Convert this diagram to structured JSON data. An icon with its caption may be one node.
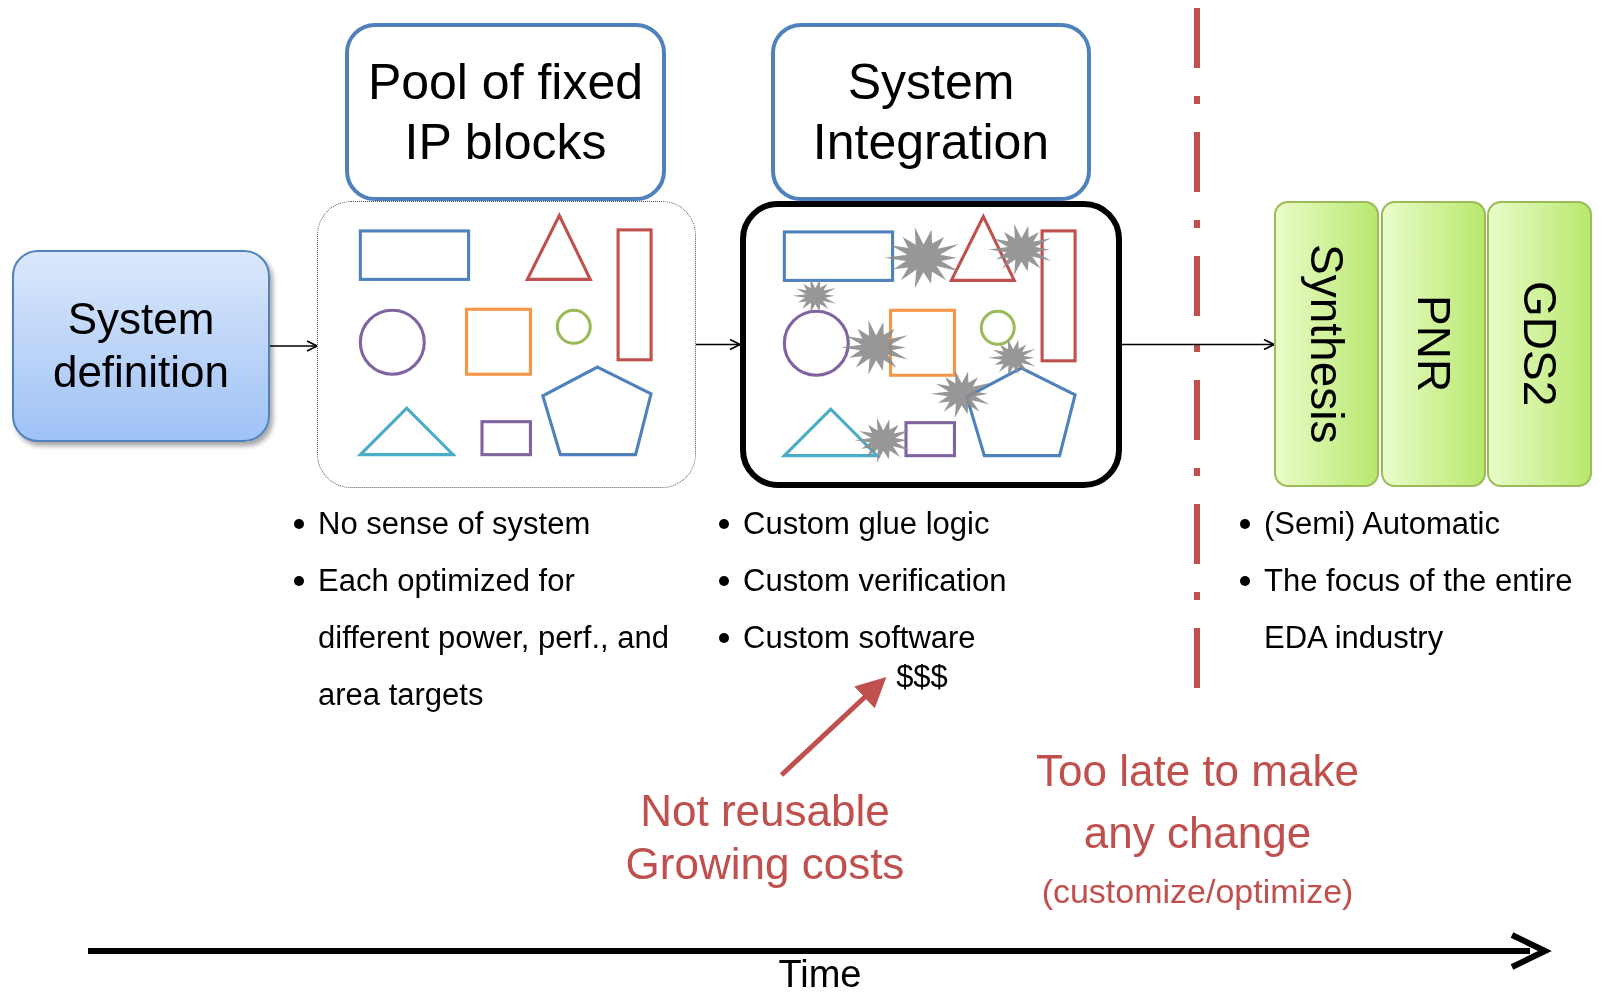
{
  "diagram": {
    "nodes": [
      {
        "text": [
          "System definition"
        ]
      },
      {
        "text": [
          "Pool of fixed IP blocks"
        ]
      },
      {
        "text": [],
        "shape": "box",
        "beside": [
          "No sense of system",
          "Each optimized for different power, perf., and area targets"
        ]
      },
      {
        "text": [
          "System Integration"
        ]
      },
      {
        "text": [],
        "shape": "box",
        "beside": [
          "Custom glue logic",
          "Custom verification",
          "Custom software"
        ]
      },
      {
        "text": [
          "Synthesis"
        ]
      },
      {
        "text": [
          "PNR"
        ]
      },
      {
        "text": [
          "GDS2"
        ]
      },
      {
        "text": [
          "Not reusable Growing costs"
        ]
      },
      {
        "text": [
          "$$$"
        ]
      }
    ],
    "edges": [
      {
        "from": 0,
        "to": 2,
        "arrow": "to"
      },
      {
        "from": 2,
        "to": 4,
        "arrow": "to"
      },
      {
        "from": 4,
        "to": 5,
        "arrow": "to"
      },
      {
        "from": 8,
        "to": 9,
        "arrow": "to",
        "style": "thick",
        "color": "#c0504d"
      }
    ],
    "labels": [
      "(Semi) Automatic",
      "The focus of the entire EDA industry",
      "Too late to make any change",
      "(customize/optimize)",
      "Time"
    ]
  }
}
